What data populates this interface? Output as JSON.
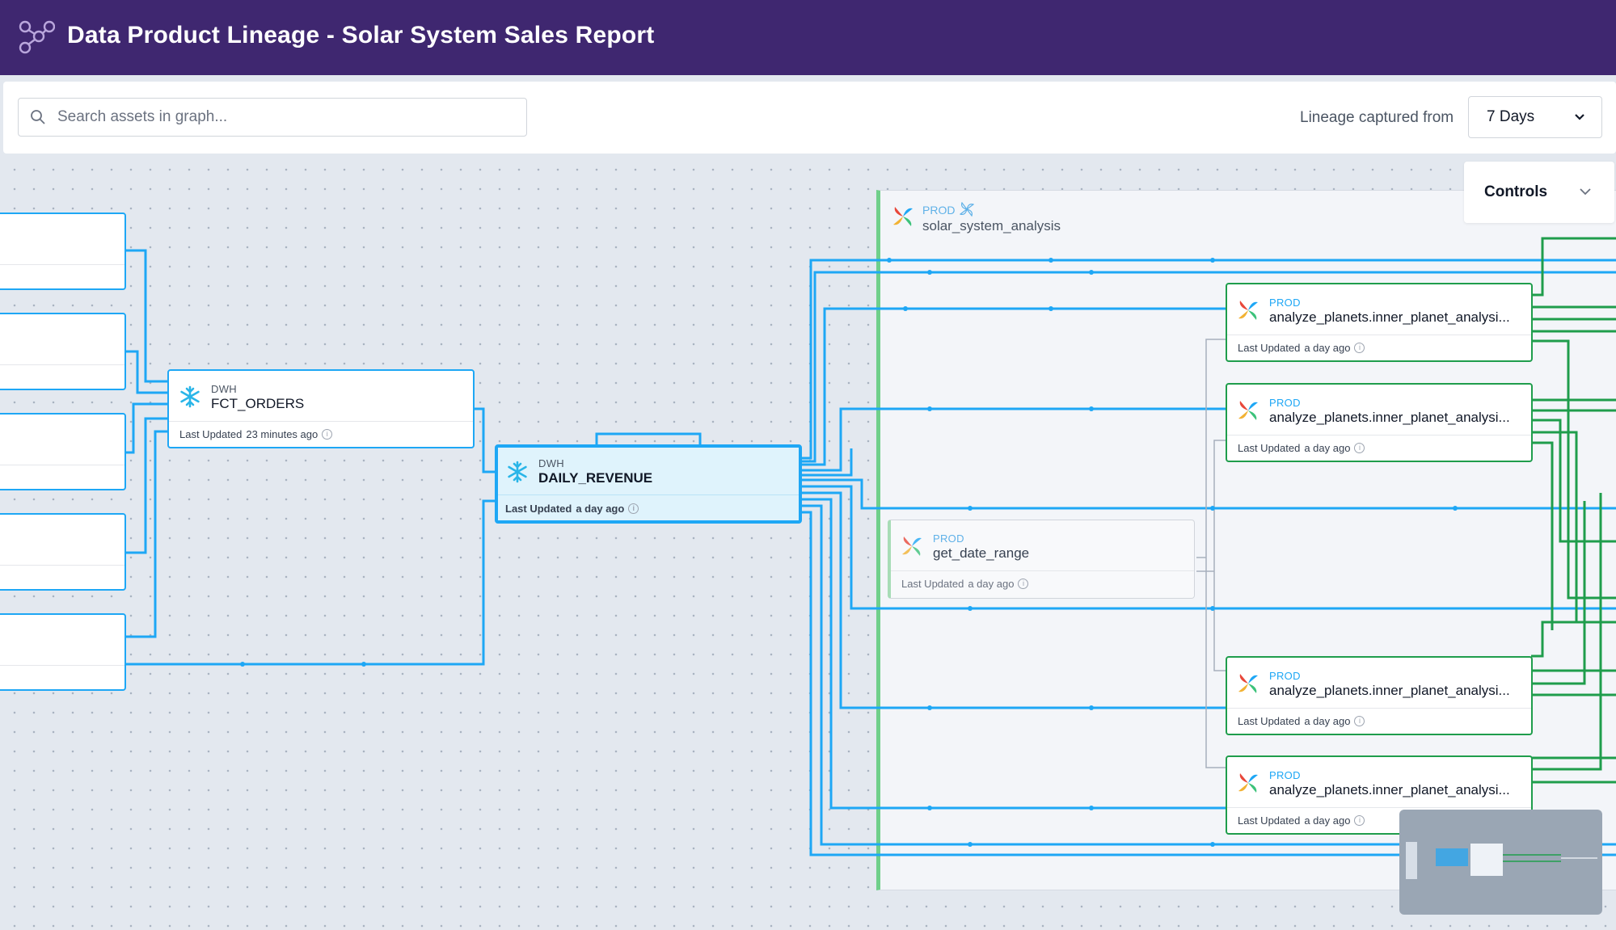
{
  "header": {
    "title": "Data Product Lineage - Solar System Sales Report"
  },
  "toolbar": {
    "search_placeholder": "Search assets in graph...",
    "lineage_label": "Lineage captured from",
    "lineage_range": "7 Days"
  },
  "controls": {
    "label": "Controls"
  },
  "group": {
    "env": "PROD",
    "name": "solar_system_analysis"
  },
  "nodes": {
    "fct_orders": {
      "env": "DWH",
      "name": "FCT_ORDERS",
      "updated_label": "Last Updated",
      "updated_value": "23 minutes ago"
    },
    "daily_revenue": {
      "env": "DWH",
      "name": "DAILY_REVENUE",
      "updated_label": "Last Updated",
      "updated_value": "a day ago"
    },
    "get_date_range": {
      "env": "PROD",
      "name": "get_date_range",
      "updated_label": "Last Updated",
      "updated_value": "a day ago"
    },
    "inner_1": {
      "env": "PROD",
      "name": "analyze_planets.inner_planet_analysi...",
      "updated_label": "Last Updated",
      "updated_value": "a day ago"
    },
    "inner_2": {
      "env": "PROD",
      "name": "analyze_planets.inner_planet_analysi...",
      "updated_label": "Last Updated",
      "updated_value": "a day ago"
    },
    "inner_3": {
      "env": "PROD",
      "name": "analyze_planets.inner_planet_analysi...",
      "updated_label": "Last Updated",
      "updated_value": "a day ago"
    },
    "inner_4": {
      "env": "PROD",
      "name": "analyze_planets.inner_planet_analysi...",
      "updated_label": "Last Updated",
      "updated_value": "a day ago"
    }
  },
  "colors": {
    "header": "#3f2770",
    "edge_blue": "#1ea7f5",
    "edge_green": "#1f9d4c",
    "group_accent": "#6fcf8a"
  },
  "icons": {
    "logo": "graph-nodes-icon",
    "search": "search-icon",
    "snowflake": "snowflake-icon",
    "airflow": "airflow-pinwheel-icon",
    "chevron": "chevron-down-icon",
    "info": "info-icon"
  }
}
